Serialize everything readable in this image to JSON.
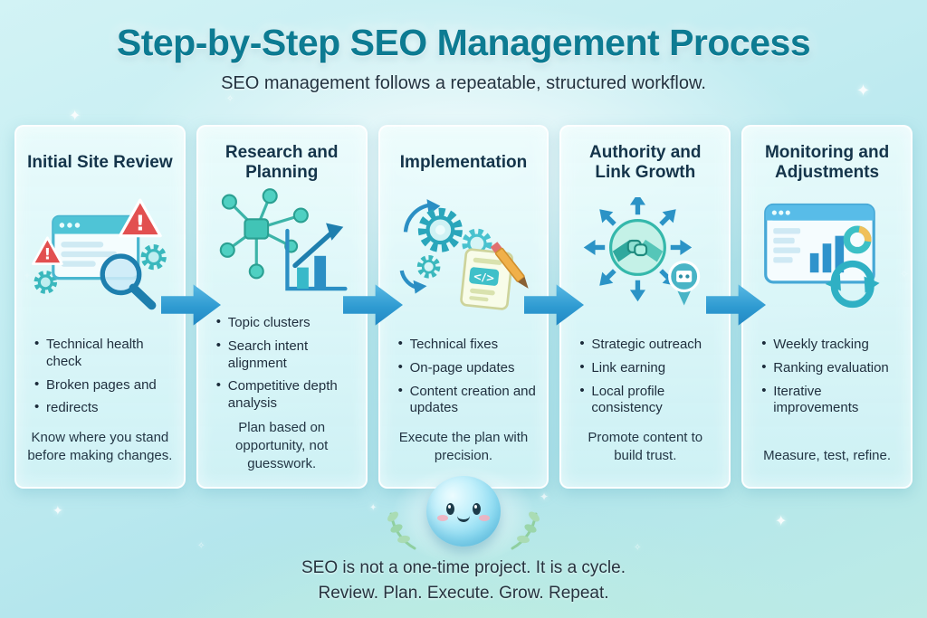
{
  "header": {
    "title": "Step-by-Step SEO Management Process",
    "subtitle": "SEO management follows a repeatable, structured workflow."
  },
  "steps": [
    {
      "title": "Initial Site Review",
      "bullets": [
        "Technical health check",
        "Broken pages and",
        "redirects"
      ],
      "tagline": "Know where you stand before making changes."
    },
    {
      "title": "Research and Planning",
      "bullets": [
        "Topic clusters",
        "Search intent alignment",
        "Competitive depth analysis"
      ],
      "tagline": "Plan based on opportunity, not guesswork."
    },
    {
      "title": "Implementation",
      "bullets": [
        "Technical fixes",
        "On-page updates",
        "Content creation and updates"
      ],
      "tagline": "Execute the plan with precision."
    },
    {
      "title": "Authority and Link Growth",
      "bullets": [
        "Strategic outreach",
        "Link earning",
        "Local profile consistency"
      ],
      "tagline": "Promote content to build trust."
    },
    {
      "title": "Monitoring and Adjustments",
      "bullets": [
        "Weekly tracking",
        "Ranking evaluation",
        "Iterative improvements"
      ],
      "tagline": "Measure, test, refine."
    }
  ],
  "footer": {
    "line1": "SEO is not a one-time project. It is a cycle.",
    "line2": "Review. Plan. Execute. Grow. Repeat."
  },
  "icons": {
    "sparkle": "✦",
    "sparkle_alt": "✧"
  },
  "colors": {
    "heading": "#0d7b92",
    "arrow": "#2e9ad1",
    "card_border": "#ffffff",
    "icon_teal": "#3ab8bd",
    "icon_blue": "#2b8fc4",
    "warning_red": "#e25050",
    "text_dark": "#1f2e3d"
  }
}
